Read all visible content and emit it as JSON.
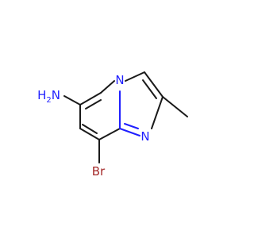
{
  "molecule": {
    "atom_labels": {
      "h2n": {
        "text": "H₂N",
        "h": "H",
        "sub": "2",
        "n": "N"
      },
      "n_bridge": "N",
      "n_ring": "N",
      "br": "Br"
    },
    "colors": {
      "nitrogen": "#1f1fff",
      "bromine": "#a52a2a",
      "carbon_bond": "#1a1a1a"
    }
  }
}
